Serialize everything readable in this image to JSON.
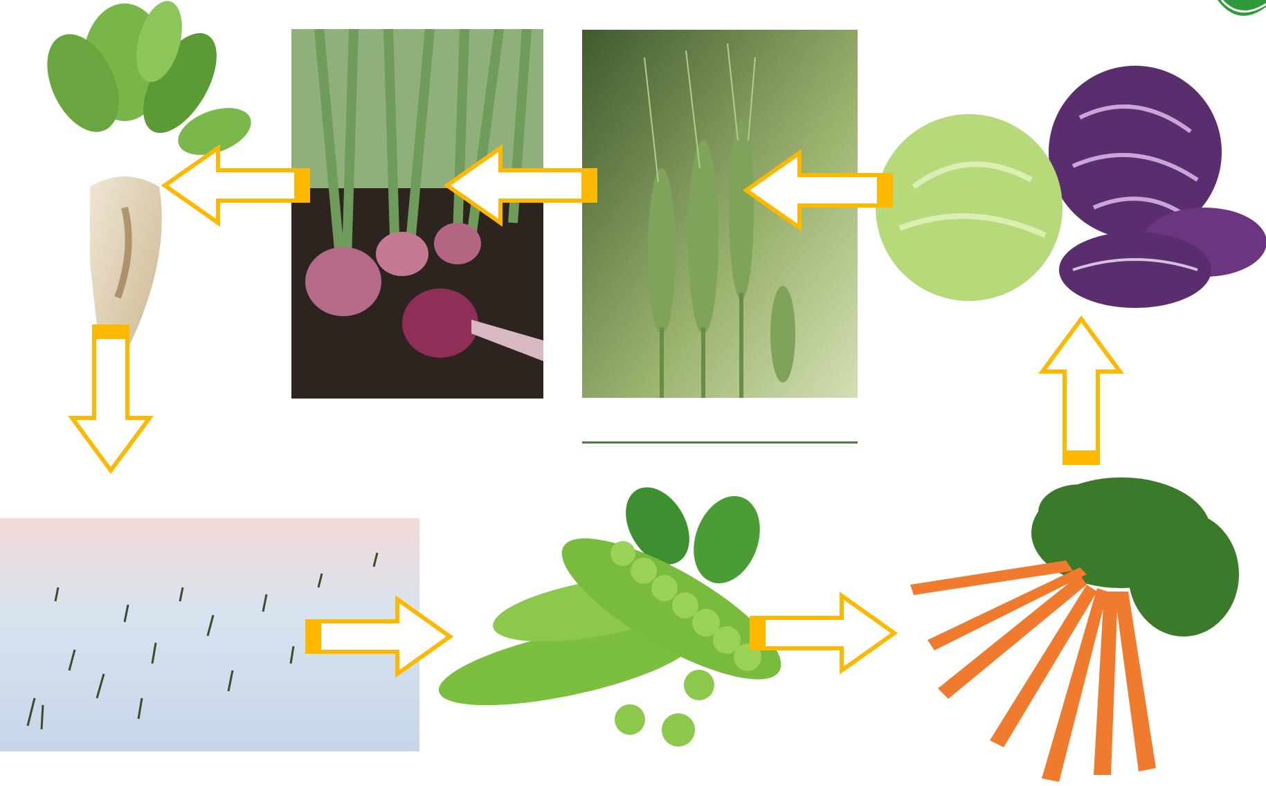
{
  "diagram": {
    "kind": "crop-rotation-cycle",
    "arrow_color": "#FFB800",
    "nodes": [
      {
        "id": "sugar-beet",
        "icon": "sugar-beet-photo"
      },
      {
        "id": "onion",
        "icon": "onion-photo"
      },
      {
        "id": "wheat",
        "icon": "wheat-photo"
      },
      {
        "id": "cabbage",
        "icon": "cabbage-photo"
      },
      {
        "id": "carrot",
        "icon": "carrot-photo"
      },
      {
        "id": "peas",
        "icon": "peas-photo"
      },
      {
        "id": "winter-wheat",
        "icon": "winter-crop-snow-photo"
      }
    ],
    "edges": [
      {
        "from": "cabbage",
        "to": "wheat"
      },
      {
        "from": "wheat",
        "to": "onion"
      },
      {
        "from": "onion",
        "to": "sugar-beet"
      },
      {
        "from": "sugar-beet",
        "to": "winter-wheat"
      },
      {
        "from": "winter-wheat",
        "to": "peas"
      },
      {
        "from": "peas",
        "to": "carrot"
      },
      {
        "from": "carrot",
        "to": "cabbage"
      }
    ]
  }
}
